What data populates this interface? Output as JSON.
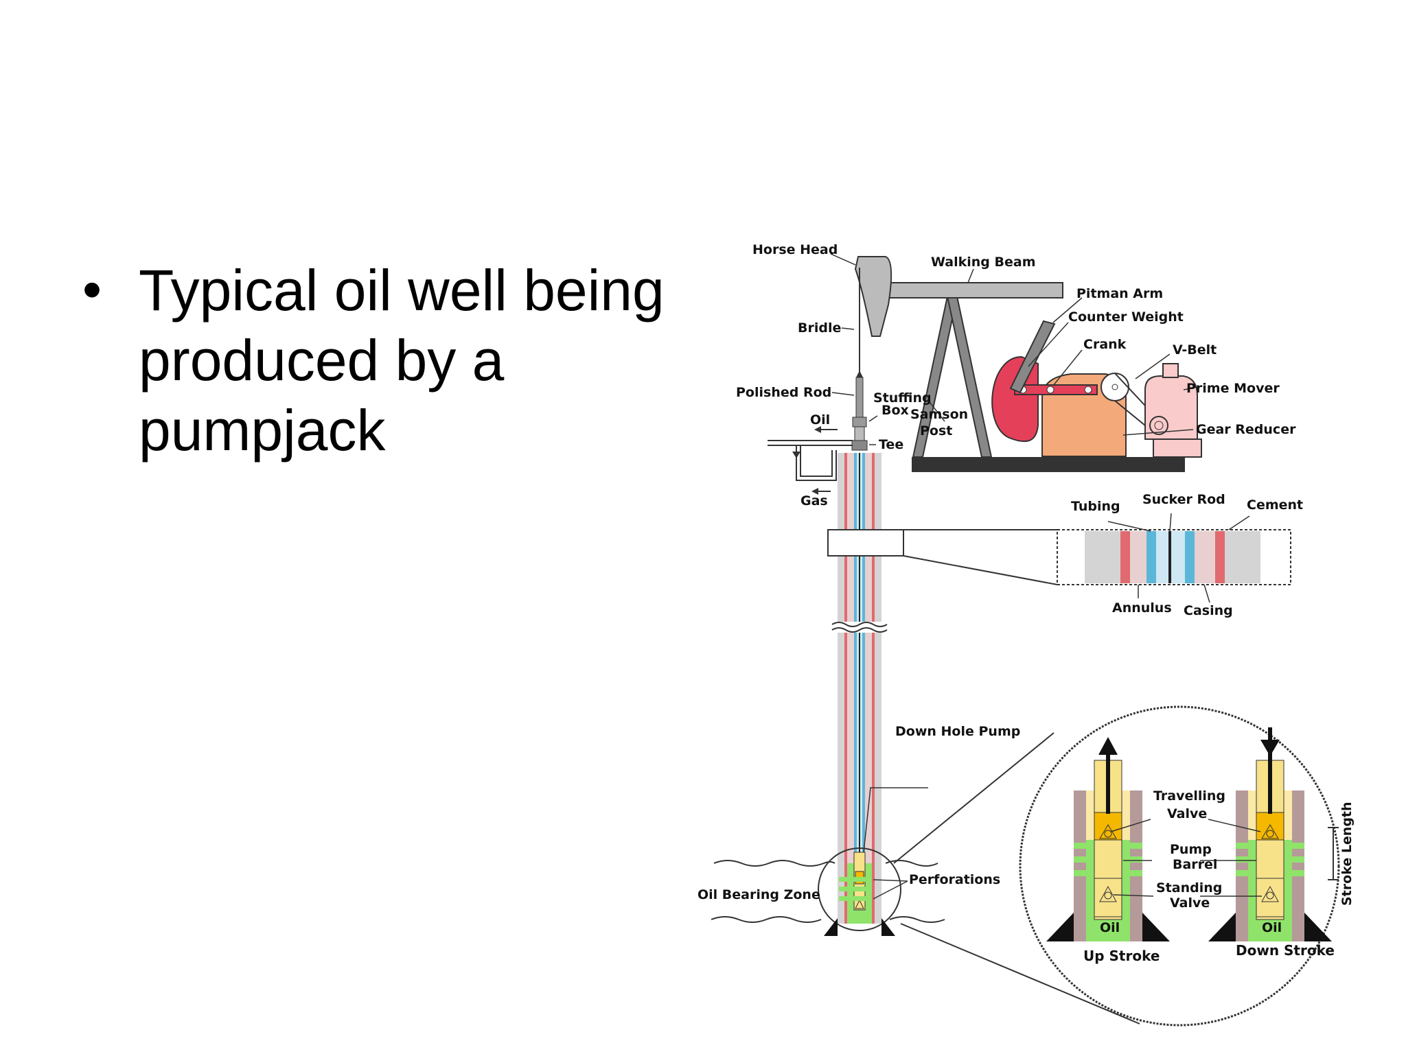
{
  "slide": {
    "bullet": "•",
    "text": "Typical oil well being produced by a pumpjack"
  },
  "diagram": {
    "labels": {
      "horse_head": "Horse Head",
      "walking_beam": "Walking Beam",
      "pitman_arm": "Pitman Arm",
      "counter_weight": "Counter Weight",
      "crank": "Crank",
      "v_belt": "V-Belt",
      "prime_mover": "Prime Mover",
      "gear_reducer": "Gear Reducer",
      "bridle": "Bridle",
      "polished_rod": "Polished Rod",
      "stuffing": "Stuffing",
      "box": "Box",
      "samson": "Samson",
      "post": "Post",
      "oil": "Oil",
      "tee": "Tee",
      "gas": "Gas",
      "tubing": "Tubing",
      "sucker_rod": "Sucker Rod",
      "cement": "Cement",
      "annulus": "Annulus",
      "casing": "Casing",
      "down_hole_pump": "Down Hole Pump",
      "perforations": "Perforations",
      "oil_bearing_zone": "Oil Bearing Zone",
      "travelling": "Travelling",
      "valve": "Valve",
      "pump": "Pump",
      "barrel": "Barrel",
      "standing": "Standing",
      "valve2": "Valve",
      "stroke_length": "Stroke Length",
      "oil_left": "Oil",
      "oil_right": "Oil",
      "up_stroke": "Up Stroke",
      "down_stroke": "Down Stroke"
    }
  }
}
